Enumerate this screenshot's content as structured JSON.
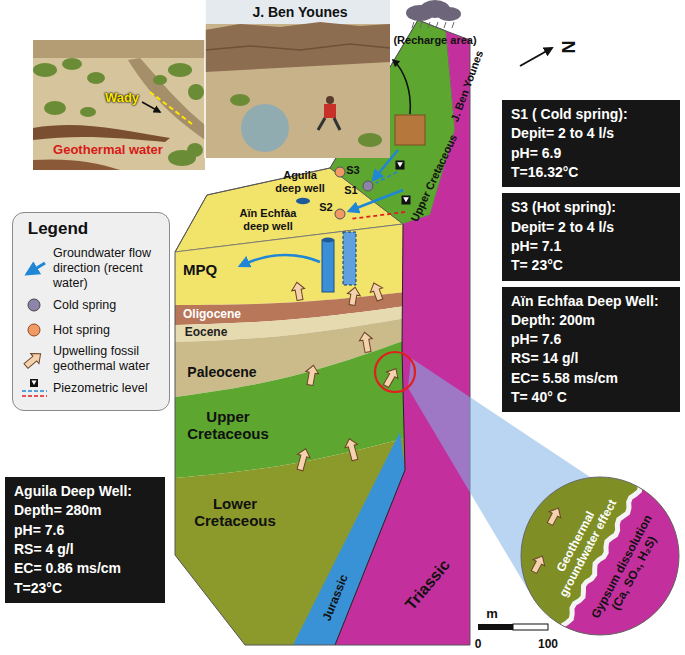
{
  "diagram": {
    "nodes": [
      {
        "text": [
          "S1 ( Cold spring):",
          "Depit= 2 to 4 l/s",
          "pH= 6.9",
          "T=16.32°C"
        ]
      },
      {
        "text": [
          "S3 (Hot spring):",
          "Depit= 2 to 4 l/s",
          "pH= 7.1",
          "T= 23°C"
        ]
      },
      {
        "text": [
          "Aïn Echfaa Deep Well:",
          "Depth: 200m",
          "pH= 7.6",
          "RS= 14 g/l",
          "EC= 5.58 ms/cm",
          "T= 40° C"
        ]
      },
      {
        "text": [
          "Aguila Deep Well:",
          "Depth= 280m",
          "pH= 7.6",
          "RS= 4 g/l",
          "EC= 0.86 ms/cm",
          "T=23°C"
        ]
      },
      {
        "text": [
          "Geothermal groundwater effect",
          "Gypsum dissolution (Ca, SO₄, H₂S)"
        ]
      }
    ],
    "labels": [
      "J. Ben Younes",
      "Wady",
      "Geothermal water",
      "(Recharge area)",
      "N",
      "J. Ben Younes",
      "S3",
      "S1",
      "S2",
      "Aguila deep well",
      "Aïn Echfàa deep well",
      "Upper Cretaceous",
      "MPQ",
      "Oligocene",
      "Eocene",
      "Paleocene",
      "Upper Cretaceous",
      "Lower Cretaceous",
      "Jurassic",
      "Triassic",
      "Legend",
      "m",
      "0",
      "100"
    ],
    "legend": [
      {
        "text": "Groundwater flow direction (recent water)"
      },
      {
        "text": "Cold spring"
      },
      {
        "text": "Hot spring"
      },
      {
        "text": "Upwelling fossil geothermal water"
      },
      {
        "text": "Piezometric level"
      }
    ]
  }
}
